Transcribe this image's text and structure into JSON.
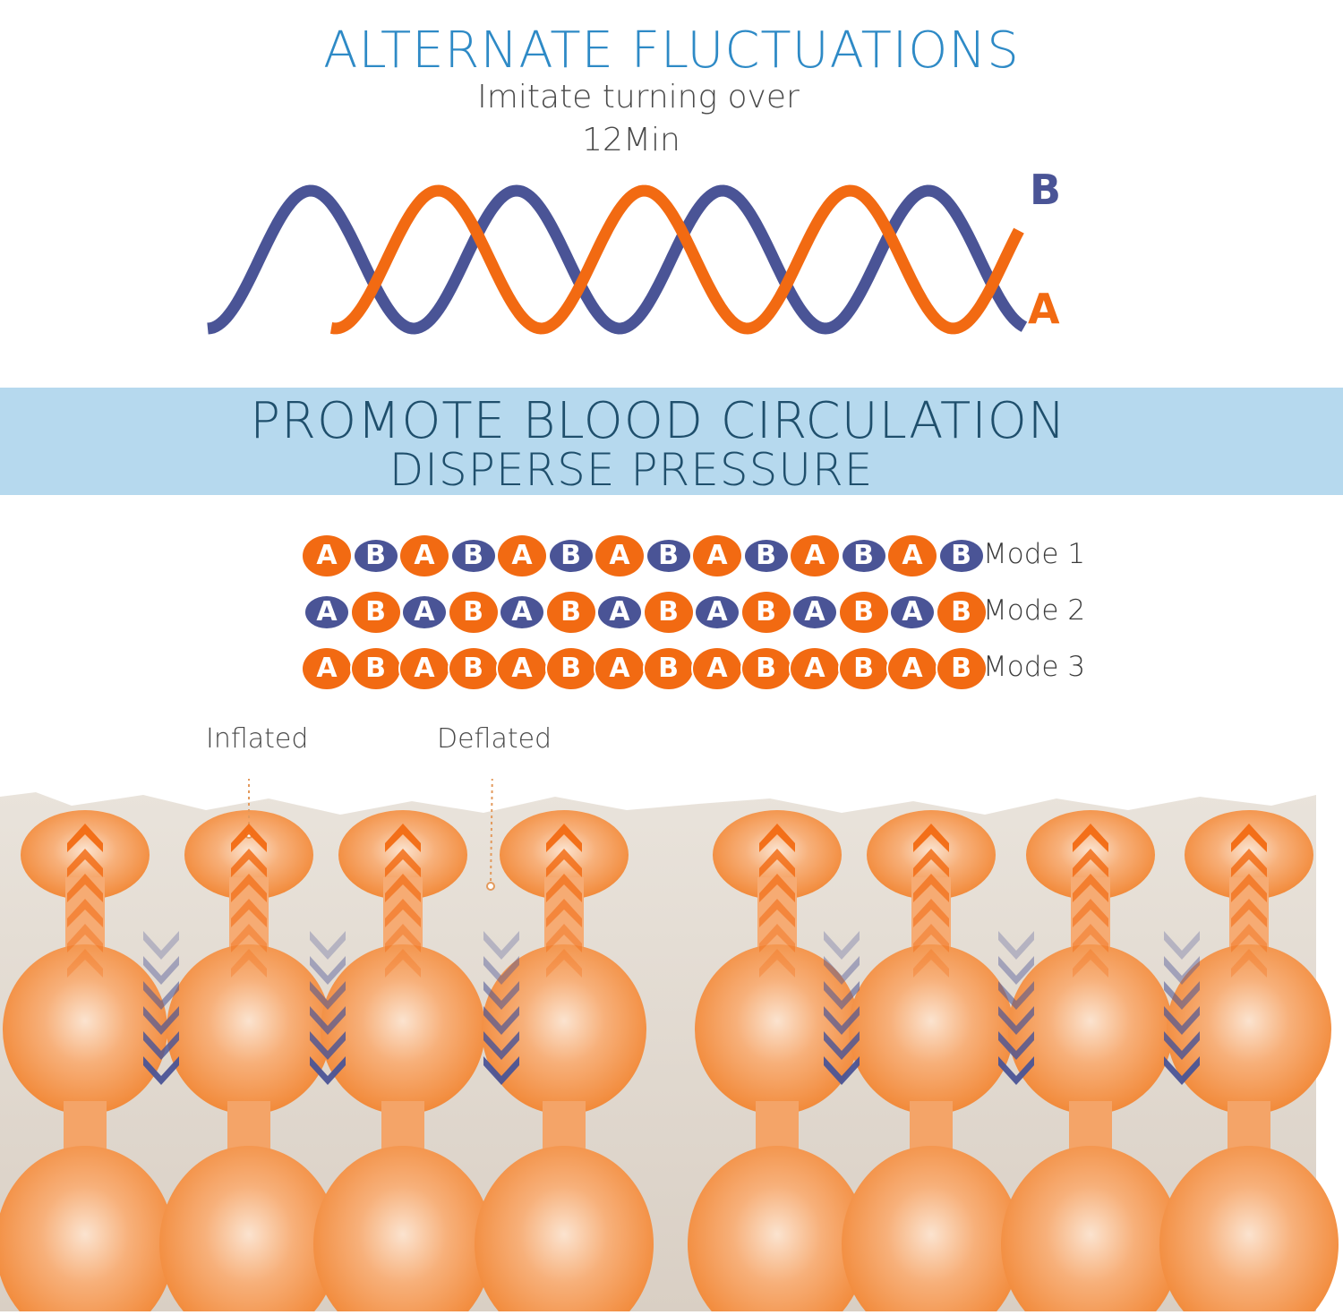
{
  "header": {
    "title": "ALTERNATE FLUCTUATIONS",
    "subtitle_line1": "Imitate turning over",
    "subtitle_line2": "12Min"
  },
  "wave": {
    "label_b": "B",
    "label_a": "A",
    "color_b": "#4a5496",
    "color_a": "#f26a12"
  },
  "band": {
    "line1": "PROMOTE BLOOD CIRCULATION",
    "line2": "DISPERSE PRESSURE",
    "color": "#b6d9ee"
  },
  "modes": [
    {
      "label": "Mode 1",
      "cells": [
        "A",
        "B",
        "A",
        "B",
        "A",
        "B",
        "A",
        "B",
        "A",
        "B",
        "A",
        "B",
        "A",
        "B"
      ],
      "cell_colors": [
        "orange",
        "navy",
        "orange",
        "navy",
        "orange",
        "navy",
        "orange",
        "navy",
        "orange",
        "navy",
        "orange",
        "navy",
        "orange",
        "navy"
      ]
    },
    {
      "label": "Mode 2",
      "cells": [
        "A",
        "B",
        "A",
        "B",
        "A",
        "B",
        "A",
        "B",
        "A",
        "B",
        "A",
        "B",
        "A",
        "B"
      ],
      "cell_colors": [
        "navy",
        "orange",
        "navy",
        "orange",
        "navy",
        "orange",
        "navy",
        "orange",
        "navy",
        "orange",
        "navy",
        "orange",
        "navy",
        "orange"
      ]
    },
    {
      "label": "Mode 3",
      "cells": [
        "A",
        "B",
        "A",
        "B",
        "A",
        "B",
        "A",
        "B",
        "A",
        "B",
        "A",
        "B",
        "A",
        "B"
      ],
      "cell_colors": [
        "orange",
        "orange",
        "orange",
        "orange",
        "orange",
        "orange",
        "orange",
        "orange",
        "orange",
        "orange",
        "orange",
        "orange",
        "orange",
        "orange"
      ]
    }
  ],
  "colors": {
    "orange": "#f26a12",
    "navy": "#4a5496",
    "mattress_base": "#e2dad0",
    "inflated": "#f59a55"
  },
  "callouts": {
    "inflated": "Inflated",
    "deflated": "Deflated"
  },
  "icons": {
    "up_arrows": "chevron-up-icon",
    "down_arrows": "chevron-down-icon"
  }
}
